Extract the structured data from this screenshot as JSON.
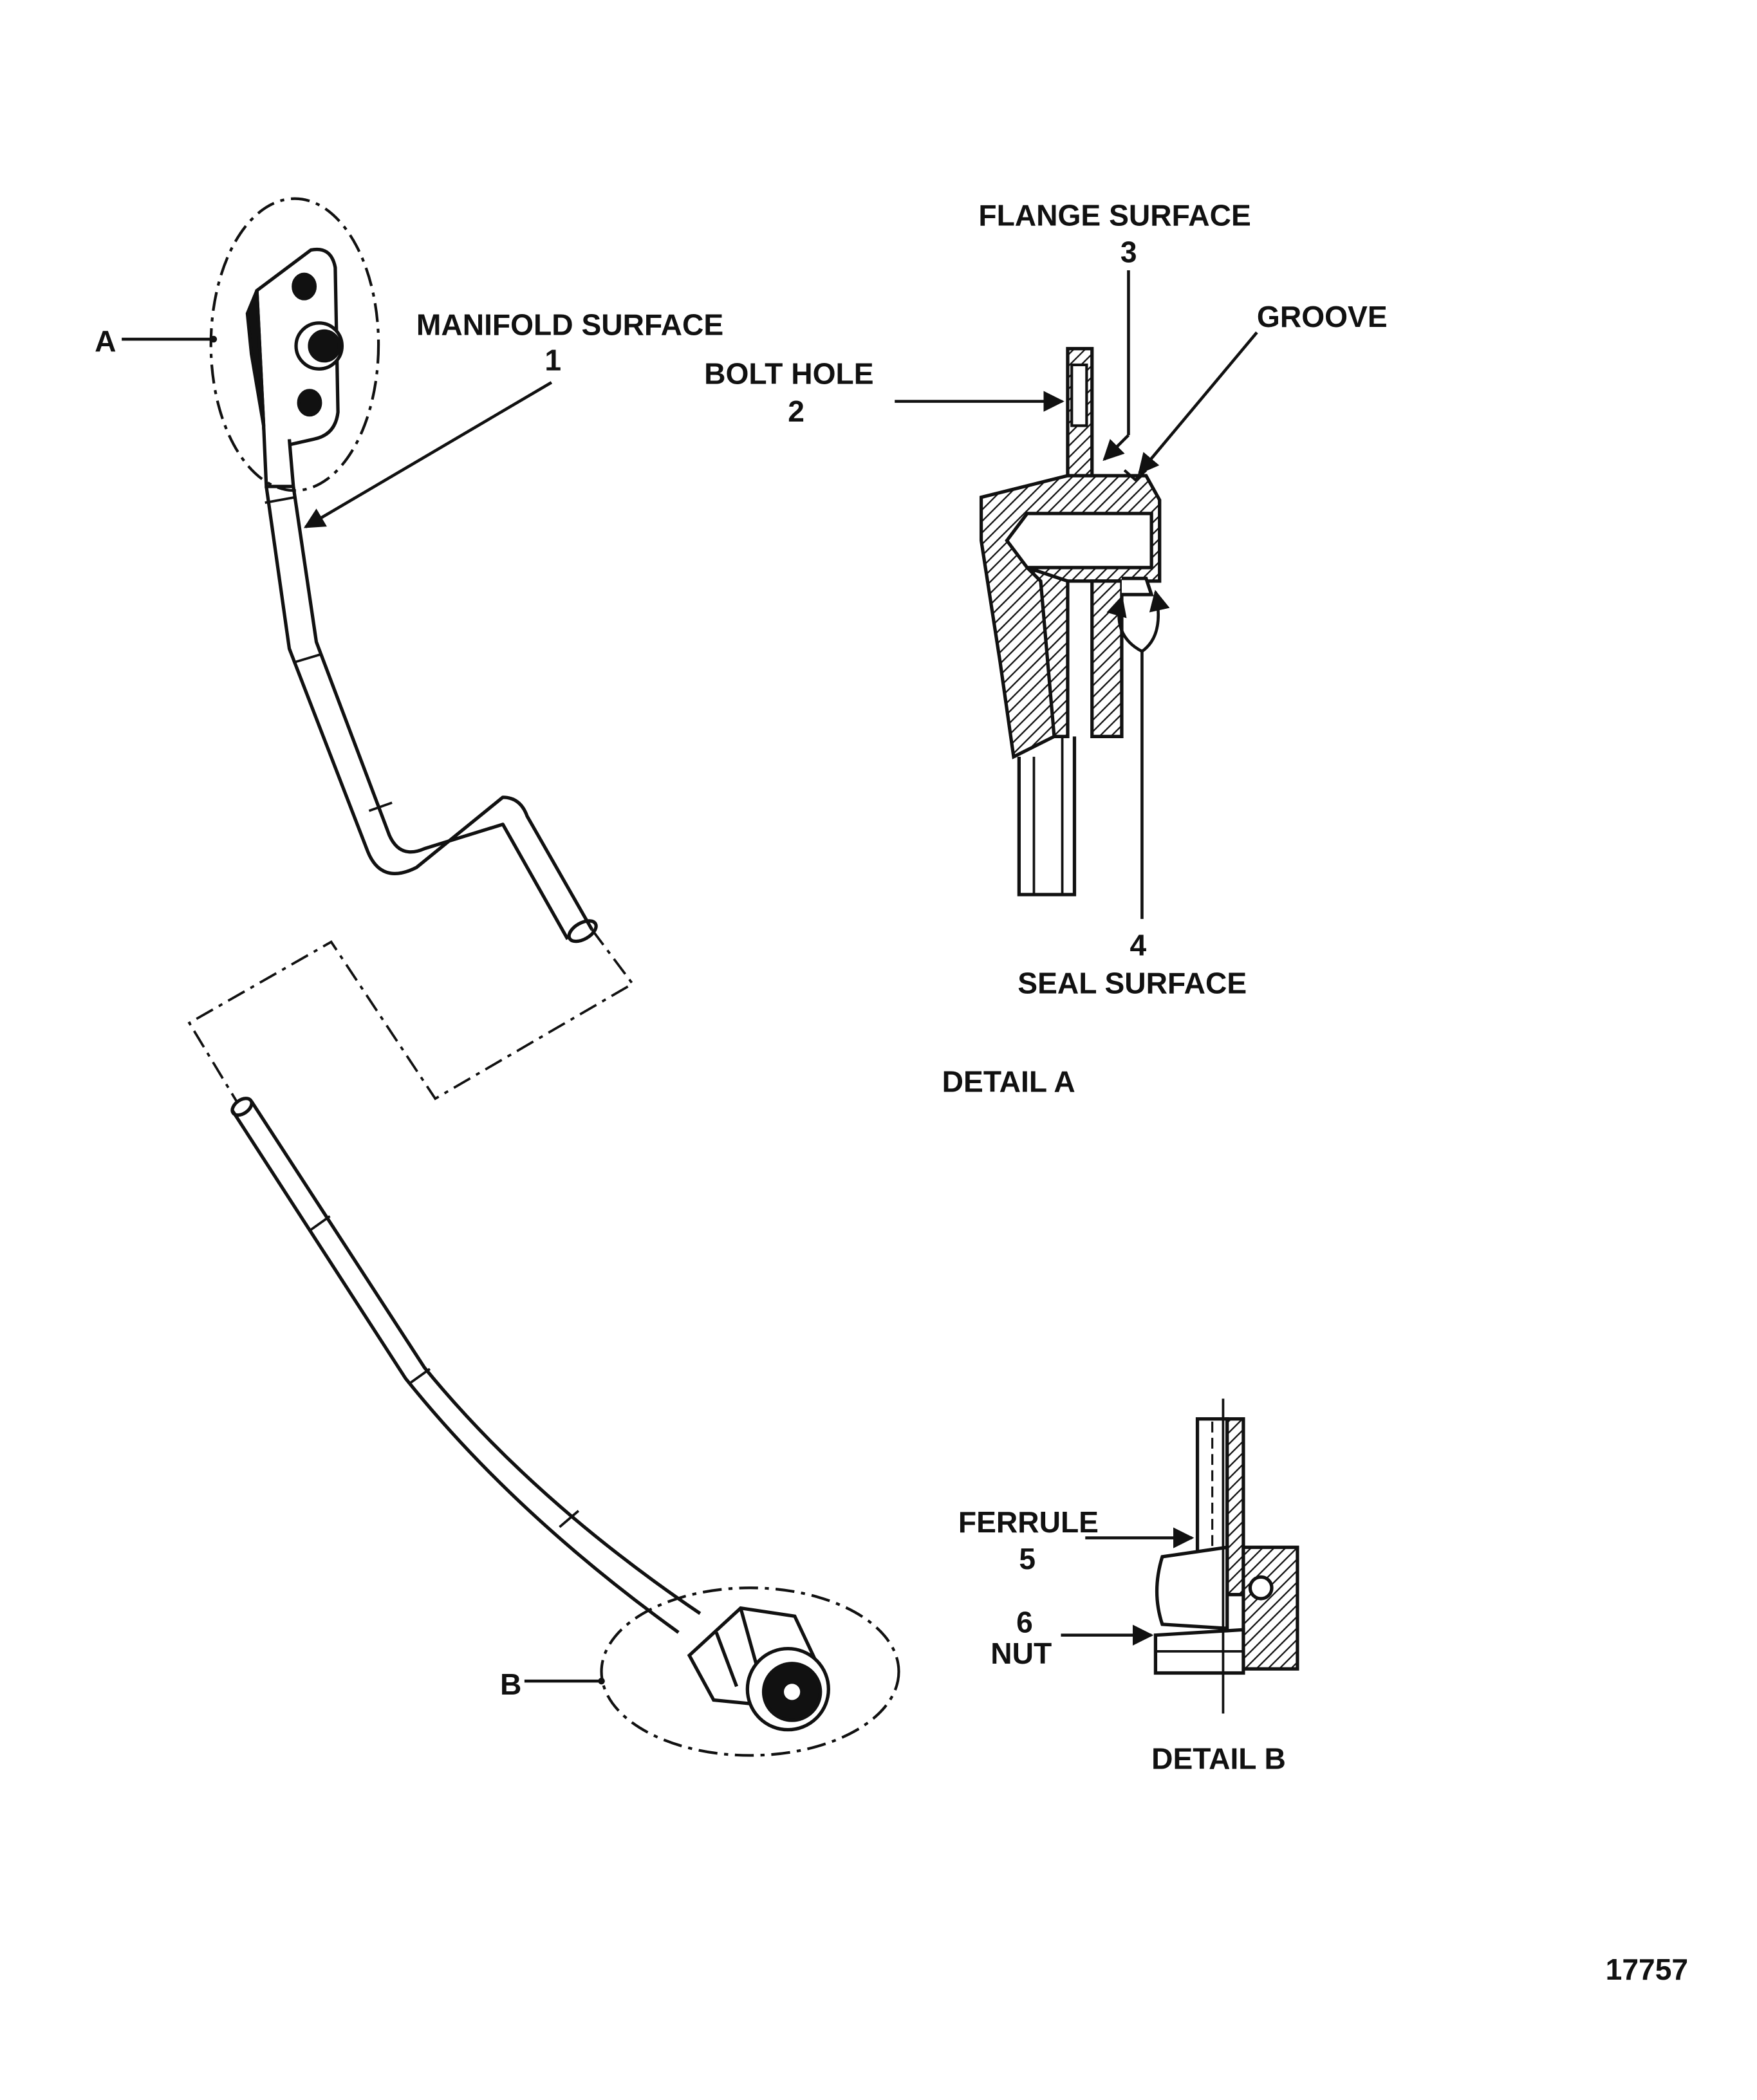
{
  "labels": {
    "a": "A",
    "b": "B",
    "manifold": "MANIFOLD SURFACE",
    "manifold_num": "1",
    "bolt": "BOLT HOLE",
    "bolt_num": "2",
    "flange": "FLANGE SURFACE",
    "flange_num": "3",
    "groove": "GROOVE",
    "seal_num": "4",
    "seal": "SEAL SURFACE",
    "detail_a": "DETAIL A",
    "ferrule": "FERRULE",
    "ferrule_num": "5",
    "nut_num": "6",
    "nut": "NUT",
    "detail_b": "DETAIL B",
    "figure_id": "17757"
  },
  "colors": {
    "ink": "#111111",
    "paper": "#ffffff"
  }
}
